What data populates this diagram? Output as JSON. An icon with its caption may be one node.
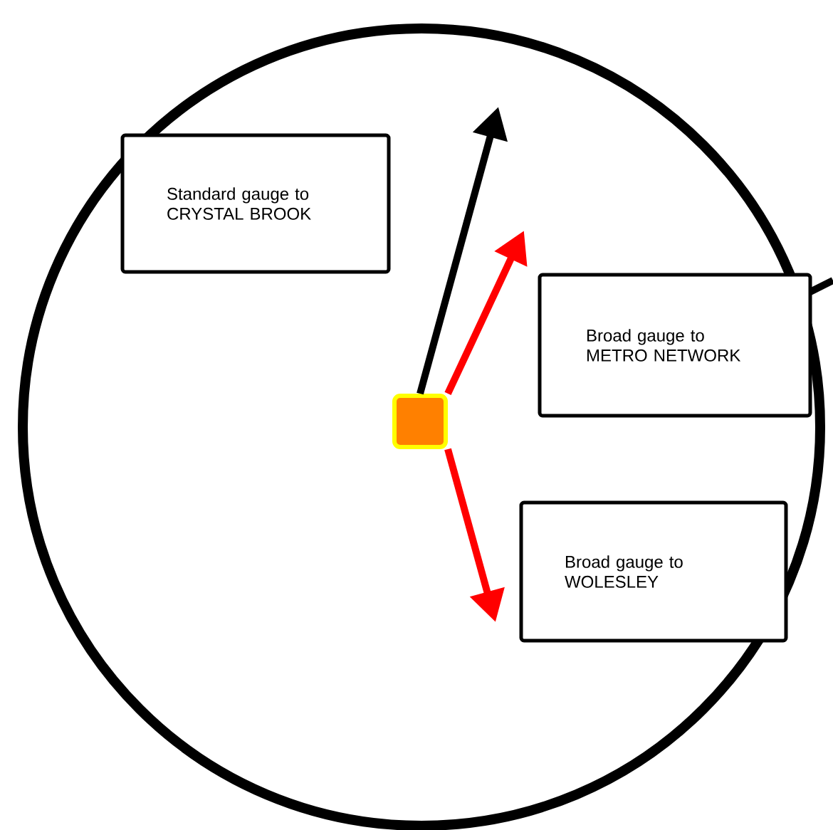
{
  "diagram": {
    "nodes": [
      {
        "text": [
          "Standard gauge to CRYSTAL BROOK"
        ]
      },
      {
        "text": [
          "Broad gauge to METRO NETWORK"
        ]
      },
      {
        "text": [
          "Broad gauge to WOLESLEY"
        ]
      },
      {
        "text": [],
        "shape": "box"
      }
    ],
    "edges": [
      {
        "from": 3,
        "to": null,
        "arrow": "to",
        "color": "#000000"
      },
      {
        "from": 3,
        "to": null,
        "arrow": "to"
      },
      {
        "from": 3,
        "to": null,
        "arrow": "to"
      }
    ]
  }
}
